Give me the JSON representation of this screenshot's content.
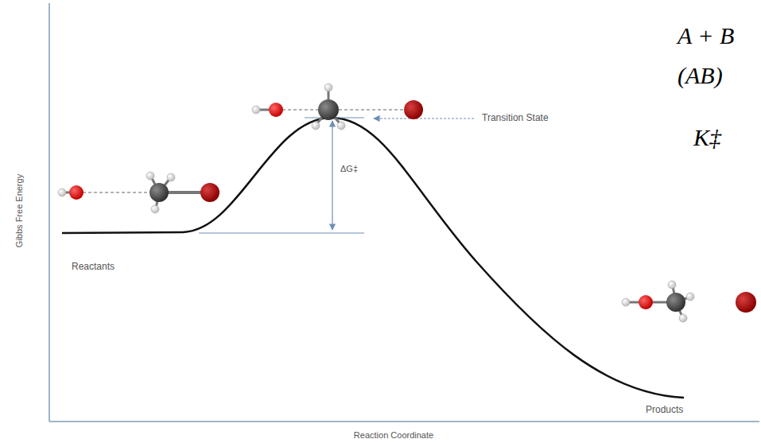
{
  "diagram": {
    "labels": [
      "Gibbs Free Energy",
      "Reaction Coordinate",
      "Reactants",
      "Products",
      "Transition State",
      "ΔG‡",
      "A + B",
      "(AB)",
      "K‡"
    ]
  }
}
